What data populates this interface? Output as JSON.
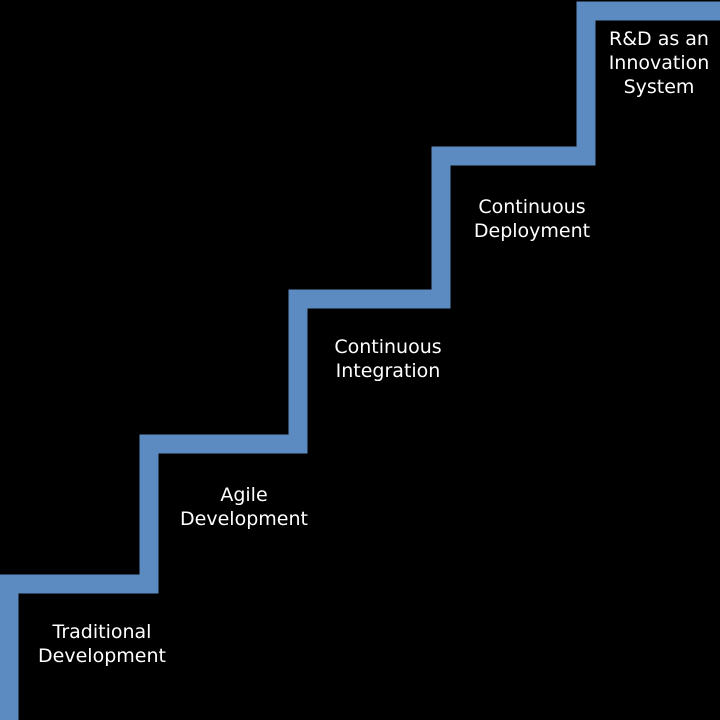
{
  "diagram": {
    "colors": {
      "background": "#000000",
      "stair_line": "#5b8bc0",
      "text": "#ffffff"
    },
    "stages": [
      {
        "lines": [
          "Traditional",
          "Development"
        ]
      },
      {
        "lines": [
          "Agile",
          "Development"
        ]
      },
      {
        "lines": [
          "Continuous",
          "Integration"
        ]
      },
      {
        "lines": [
          "Continuous",
          "Deployment"
        ]
      },
      {
        "lines": [
          "R&D as an",
          "Innovation",
          "System"
        ]
      }
    ]
  }
}
